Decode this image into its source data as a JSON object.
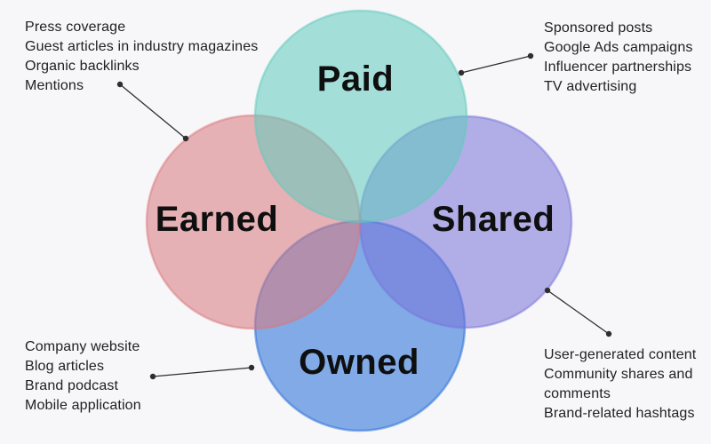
{
  "colors": {
    "background": "#f7f7f9",
    "connector": "#2e2e2e",
    "label_text": "#0f0f0f",
    "annotation_text": "#212121"
  },
  "circles": {
    "paid": {
      "label": "Paid",
      "fill": "#61cabe"
    },
    "earned": {
      "label": "Earned",
      "fill": "#d9787e"
    },
    "shared": {
      "label": "Shared",
      "fill": "#7873d9"
    },
    "owned": {
      "label": "Owned",
      "fill": "#216cd7"
    }
  },
  "annotations": {
    "earned_examples": {
      "items": [
        "Press coverage",
        "Guest articles in industry magazines",
        "Organic backlinks",
        "Mentions"
      ]
    },
    "paid_examples": {
      "items": [
        "Sponsored posts",
        "Google Ads campaigns",
        "Influencer partnerships",
        "TV advertising"
      ]
    },
    "owned_examples": {
      "items": [
        "Company website",
        "Blog articles",
        "Brand podcast",
        "Mobile application"
      ]
    },
    "shared_examples": {
      "items": [
        "User-generated content",
        "Community shares and comments",
        "Brand-related hashtags"
      ]
    }
  }
}
